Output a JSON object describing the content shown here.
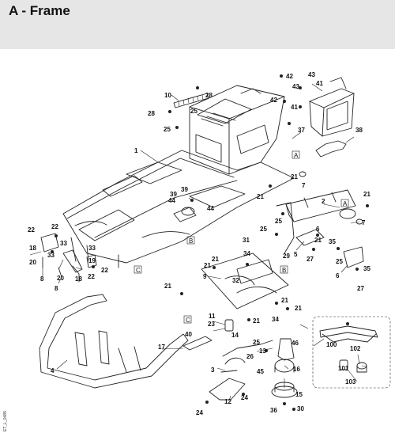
{
  "header": {
    "title": "A - Frame"
  },
  "part_labels": [
    "1",
    "2",
    "3",
    "4",
    "5",
    "6",
    "7",
    "8",
    "9",
    "10",
    "11",
    "12",
    "13",
    "14",
    "15",
    "16",
    "17",
    "18",
    "19",
    "20",
    "21",
    "22",
    "23",
    "24",
    "25",
    "26",
    "27",
    "28",
    "29",
    "30",
    "31",
    "32",
    "33",
    "34",
    "35",
    "36",
    "37",
    "38",
    "39",
    "40",
    "41",
    "42",
    "43",
    "44",
    "45",
    "46",
    "100",
    "101",
    "102",
    "103"
  ],
  "ref_markers": [
    "A",
    "B",
    "C"
  ],
  "side_code": "ET_L_0485"
}
